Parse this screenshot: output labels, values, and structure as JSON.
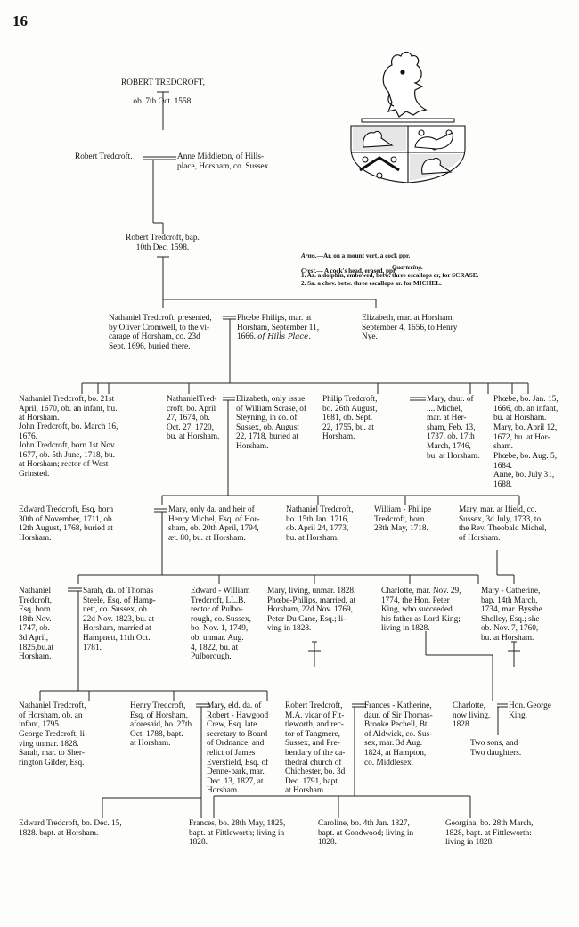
{
  "page": {
    "number": "16"
  },
  "arms": {
    "arms_label": "Arms.",
    "arms_text": "—Ar. on a mount vert, a cock ppr.",
    "crest_label": "Crest.",
    "crest_text": "— A cock's head, erased, ppr.",
    "quartering_label": "Quartering.",
    "quartering_1": "1. Az. a dolphin, embowed, betw. three escallops or, for SCRASE.",
    "quartering_2": "2. Sa. a chev. betw. three escallops ar. for MICHEL."
  },
  "gen1": {
    "robert_name": "ROBERT TREDCROFT,",
    "robert_death": "ob. 7th Oct. 1558."
  },
  "gen2": {
    "robert": "Robert Tredcroft.",
    "anne": "Anne Middleton, of Hills-\nplace, Horsham, co. Sussex."
  },
  "gen3": {
    "robert": "Robert Tredcroft, bap.\n10th Dec. 1598."
  },
  "gen4": {
    "nathaniel": "Nathaniel Tredcroft, presented,\nby Oliver Cromwell, to the vi-\ncarage of Horsham, co. 23d\nSept. 1696, buried there.",
    "phoebe": "Phœbe Philips, mar. at\nHorsham, September 11,\n1666.",
    "phoebe_note": "of Hills Place.",
    "elizabeth": "Elizabeth, mar. at Horsham,\nSeptember 4, 1656, to Henry\nNye."
  },
  "gen5": {
    "nathaniel": "Nathaniel Tredcroft, bo. 21st\nApril, 1670, ob. an infant, bu.\nat Horsham.",
    "john1": "John Tredcroft, bo. March 16,\n1676.",
    "john2": "John Tredcroft, born 1st Nov.\n1677, ob. 5th June, 1718, bu.\nat Horsham; rector of West\nGrinsted.",
    "nathaniel2": "NathanielTred-\ncroft, bo. April\n27, 1674, ob.\nOct. 27, 1720,\nbu. at Horsham.",
    "elizabeth": "Elizabeth, only issue\nof William Scrase, of\nSteyning, in co. of\nSussex, ob. August\n22, 1718, buried at\nHorsham.",
    "philip": "Philip Tredcroft,\nbo. 26th August,\n1681, ob. Sept.\n22, 1755, bu. at\nHorsham.",
    "mary": "Mary, daur. of\n.... Michel,\nmar. at Her-\nsham, Feb. 13,\n1737, ob. 17th\nMarch, 1746,\nbu. at Horsham.",
    "phoebe1": "Phœbe, bo. Jan. 15,\n1666, ob. an infant,\nbu. at Horsham.",
    "mary2": "Mary, bo. April 12,\n1672, bu. at Hor-\nsham.",
    "phoebe2": "Phœbe, bo. Aug. 5,\n1684.",
    "anne": "Anne, bo. July 31,\n1688."
  },
  "gen6": {
    "edward": "Edward Tredcroft, Esq. born\n30th of November, 1711, ob.\n12th August, 1768, buried at\nHorsham.",
    "mary": "Mary, only da. and heir of\nHenry Michel, Esq. of Hor-\nsham, ob. 20th April, 1794,\næt. 80, bu. at Horsham.",
    "nathaniel": "Nathaniel Tredcroft,\nbo. 15th Jan. 1716,\nob. April 24, 1773,\nbu. at Horsham.",
    "william": "William - Philipe\nTredcroft, born\n28th May, 1718.",
    "mary2": "Mary, mar. at Ifield, co.\nSussex, 3d July, 1733, to\nthe Rev. Theobald Michel,\nof Horsham."
  },
  "gen7": {
    "nathaniel": "Nathaniel\nTredcroft,\nEsq. born\n18th Nov.\n1747, ob.\n3d April,\n1825,bu.at\nHorsham.",
    "sarah": "Sarah, da. of Thomas\nSteele, Esq. of Hamp-\nnett, co. Sussex, ob.\n22d Nov. 1823, bu. at\nHorsham, married at\nHampnett, 11th Oct.\n1781.",
    "edward": "Edward - William\nTredcroft, LL.B.\nrector of Pulbo-\nrough, co. Sussex,\nbo. Nov. 1, 1749,\nob. unmar. Aug.\n4, 1822, bu. at\nPulborough.",
    "mary": "Mary, living, unmar. 1828.\nPhœbe-Philips, married, at\nHorsham, 22d Nov. 1769,\nPeter Du Cane, Esq.; li-\nving in 1828.",
    "charlotte": "Charlotte, mar. Nov. 29,\n1774, the Hon. Peter\nKing, who succeeded\nhis father as Lord King;\nliving in 1828.",
    "mary_catherine": "Mary - Catherine,\nbap. 14th March,\n1734, mar. Bysshe\nShelley, Esq.; she\nob. Nov. 7, 1760,\nbu. at Horsham."
  },
  "gen8": {
    "nathaniel": "Nathaniel Tredcroft,\nof Horsham, ob. an\ninfant, 1795.",
    "george": "George Tredcroft, li-\nving unmar. 1828.",
    "sarah": "Sarah, mar. to Sher-\nrington Gilder, Esq.",
    "henry": "Henry Tredcroft,\nEsq. of Horsham,\naforesaid, bo. 27th\nOct. 1788, bapt.\nat Horsham.",
    "mary": "Mary, eld. da. of\nRobert - Hawgood\nCrew, Esq. late\nsecretary to Board\nof Ordnance, and\nrelict of James\nEversfield, Esq. of\nDenne-park, mar.\nDec. 13, 1827, at\nHorsham.",
    "robert": "Robert Tredcroft,\nM.A. vicar of Fit-\ntleworth, and rec-\ntor of Tangmere,\nSussex, and Pre-\nbendary of the ca-\nthedral church of\nChichester, bo. 3d\nDec. 1791, bapt.\nat Horsham.",
    "frances": "Frances - Katherine,\ndaur. of Sir Thomas-\nBrooke Pechell, Bt.\nof Aldwick, co. Sus-\nsex, mar. 3d Aug.\n1824, at Hampton,\nco. Middlesex.",
    "charlotte": "Charlotte,\nnow living,\n1828.",
    "george_king": "Hon. George\nKing.",
    "issue": "Two sons, and\nTwo daughters."
  },
  "gen9": {
    "edward": "Edward Tredcroft, bo. Dec. 15,\n1828. bapt. at Horsham.",
    "frances": "Frances, bo. 28th May, 1825,\nbapt. at Fittleworth; living in\n1828.",
    "caroline": "Caroline, bo. 4th Jan. 1827,\nbapt. at Goodwood; living in\n1828.",
    "georgina": "Georgina, bo. 28th March,\n1828, bapt. at Fittleworth:\nliving in 1828."
  }
}
